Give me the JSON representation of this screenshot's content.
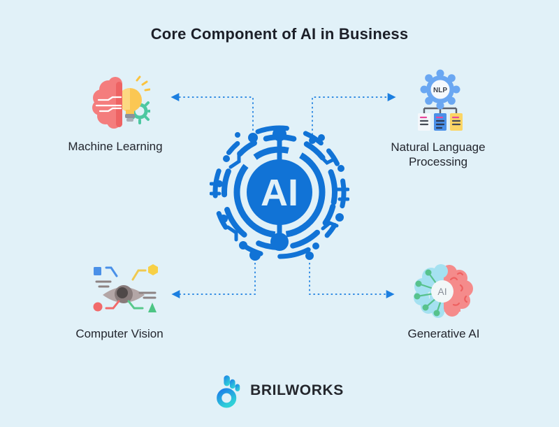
{
  "title": "Core Component of AI in Business",
  "center": {
    "label": "AI"
  },
  "components": [
    {
      "id": "machine-learning",
      "label": "Machine Learning"
    },
    {
      "id": "natural-language-processing",
      "label": "Natural Language Processing",
      "icon_text": "NLP"
    },
    {
      "id": "computer-vision",
      "label": "Computer Vision"
    },
    {
      "id": "generative-ai",
      "label": "Generative AI",
      "icon_text": "AI"
    }
  ],
  "brand": {
    "name": "BRILWORKS"
  },
  "colors": {
    "background": "#e1f1f8",
    "primary_blue": "#1173d6",
    "arrow_blue": "#1c7fe0",
    "text_dark": "#23262e",
    "brain_pink": "#f47d7d",
    "bulb_yellow": "#fbc753",
    "gear_teal": "#4dc8a1",
    "nlp_gear_blue": "#6aa7f2",
    "doc_blue": "#4a90e8",
    "doc_yellow": "#fbd565",
    "accent_pink_line": "#e8489b",
    "genai_blue": "#a5e1f1",
    "genai_pink": "#f58b8b",
    "genai_green": "#57c28c",
    "brand_gradient_start": "#1c7fe8",
    "brand_gradient_end": "#2fd0d8"
  }
}
